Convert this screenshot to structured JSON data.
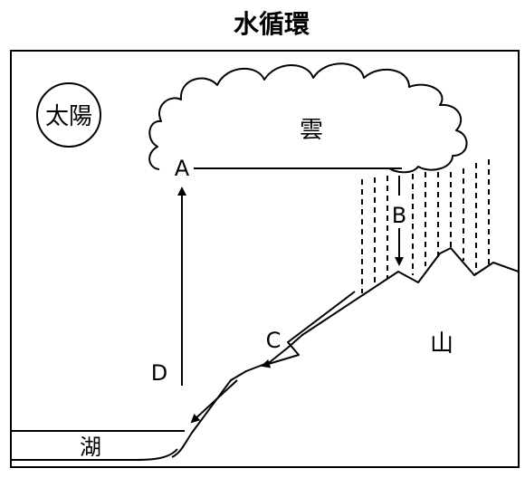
{
  "diagram": {
    "title": "水循環",
    "labels": {
      "sun": "太陽",
      "cloud": "雲",
      "mountain": "山",
      "lake": "湖",
      "a": "A",
      "b": "B",
      "c": "C",
      "d": "D"
    }
  }
}
